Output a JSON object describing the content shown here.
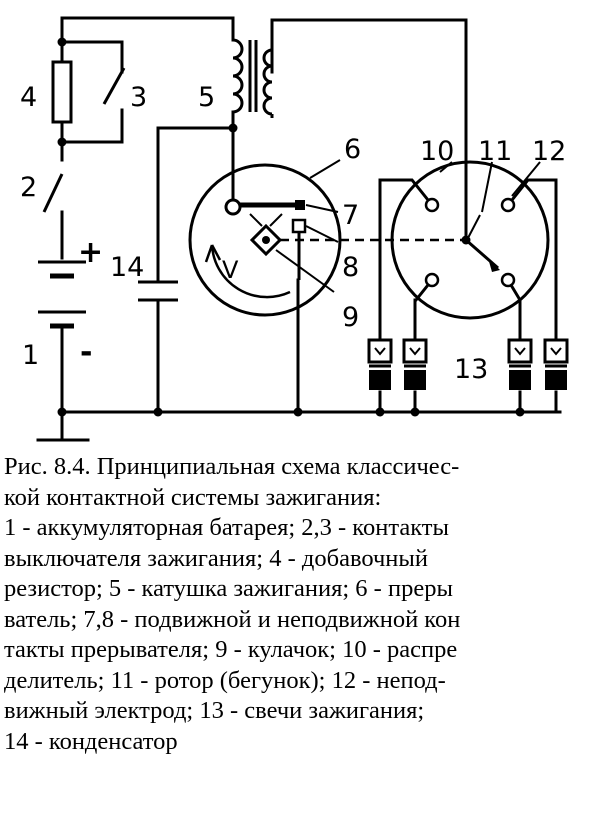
{
  "labels": {
    "l1": "1",
    "l2": "2",
    "l3": "3",
    "l4": "4",
    "l5": "5",
    "l6": "6",
    "l7": "7",
    "l8": "8",
    "l9": "9",
    "l10": "10",
    "l11": "11",
    "l12": "12",
    "l13": "13",
    "l14": "14",
    "v": "V",
    "plus": "+",
    "minus": "-"
  },
  "caption": {
    "lines": [
      "Рис. 8.4. Принципиальная схема классичес-",
      "кой контактной системы зажигания:",
      "1 - аккумуляторная батарея; 2,3 - контакты",
      "выключателя зажигания; 4 - добавочный",
      "резистор; 5 - катушка зажигания; 6 - преры",
      "ватель; 7,8 - подвижной и неподвижной кон",
      "такты прерывателя; 9 - кулачок; 10 - распре",
      "делитель; 11 - ротор (бегунок); 12 - непод-",
      "вижный электрод; 13 - свечи зажигания;",
      "14 - конденсатор"
    ]
  }
}
